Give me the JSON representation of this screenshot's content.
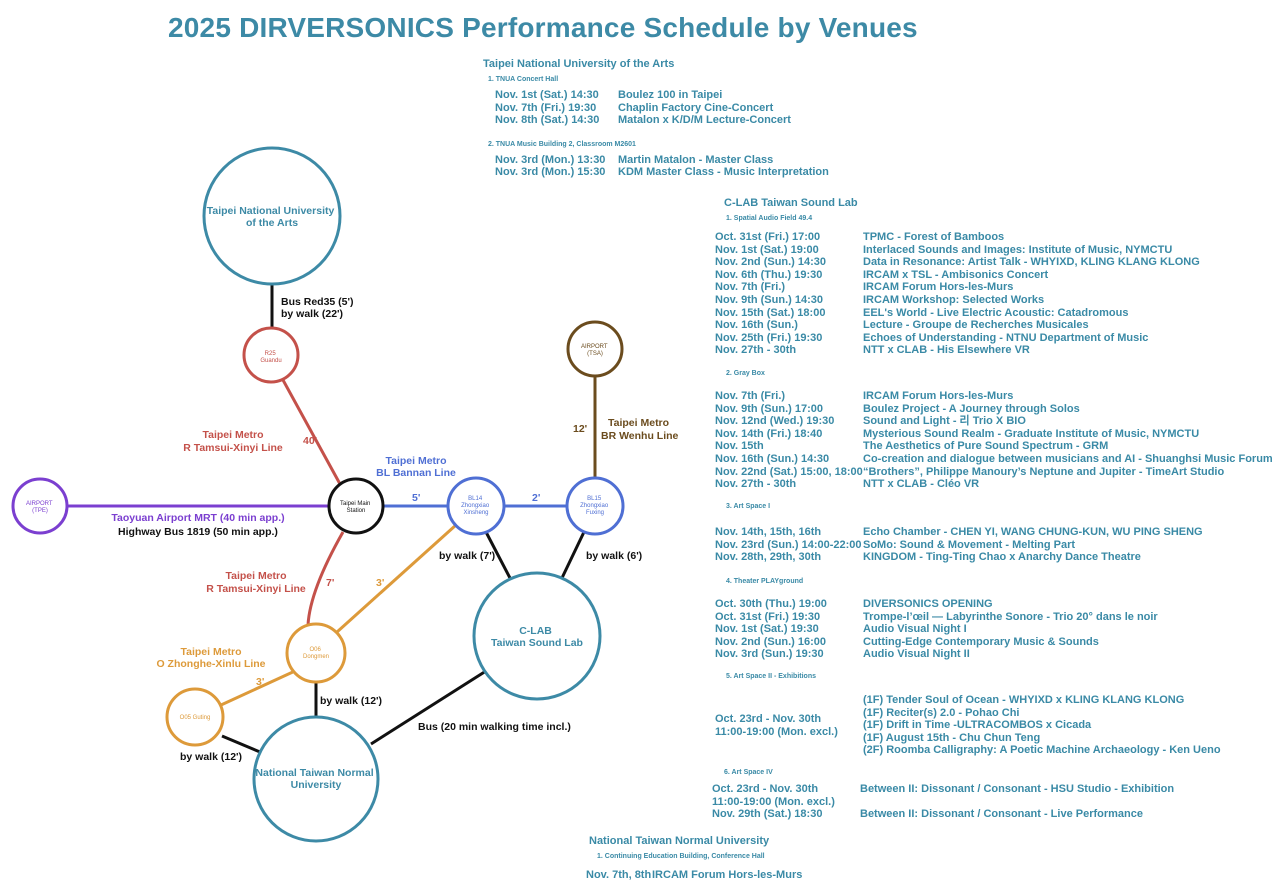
{
  "title": "2025 DIRVERSONICS Performance Schedule by Venues",
  "map": {
    "nodes": {
      "tnua": {
        "label_lines": [
          "Taipei National University",
          "of the Arts"
        ]
      },
      "r25": {
        "label_lines": [
          "R25",
          "Guandu"
        ]
      },
      "tsa": {
        "label_lines": [
          "AIRPORT",
          "(TSA)"
        ]
      },
      "tpe": {
        "label_lines": [
          "AIRPORT",
          "(TPE)"
        ]
      },
      "main": {
        "label_lines": [
          "Taipei Main",
          "Station"
        ]
      },
      "bl14": {
        "label_lines": [
          "BL14",
          "Zhongxiao",
          "Xinsheng"
        ]
      },
      "bl15": {
        "label_lines": [
          "BL15",
          "Zhongxiao",
          "Fuxing"
        ]
      },
      "clab": {
        "label_lines": [
          "C-LAB",
          "Taiwan Sound Lab"
        ]
      },
      "o06": {
        "label_lines": [
          "O06",
          "Dongmen"
        ]
      },
      "o05": {
        "label_lines": [
          "O05 Guting"
        ]
      },
      "ntnu": {
        "label_lines": [
          "National Taiwan Normal",
          "University"
        ]
      }
    },
    "labels": {
      "bus_red35": "Bus Red35 (5')",
      "walk_22": "by walk (22')",
      "tamsui_1_a": "Taipei Metro",
      "tamsui_1_b": "R Tamsui-Xinyi Line",
      "t40": "40'",
      "wenhu_a": "Taipei Metro",
      "wenhu_b": "BR Wenhu Line",
      "t12": "12'",
      "bannan_a": "Taipei Metro",
      "bannan_b": "BL Bannan Line",
      "t5": "5'",
      "t2": "2'",
      "airport_mrt": "Taoyuan Airport MRT (40 min app.)",
      "highway_bus": "Highway Bus 1819 (50 min app.)",
      "walk_7": "by walk (7')",
      "walk_6": "by walk (6')",
      "tamsui_2_a": "Taipei Metro",
      "tamsui_2_b": "R Tamsui-Xinyi Line",
      "t7": "7'",
      "t3a": "3'",
      "zhonghe_a": "Taipei Metro",
      "zhonghe_b": "O Zhonghe-Xinlu Line",
      "t3b": "3'",
      "walk_12a": "by walk (12')",
      "bus_20": "Bus (20 min walking time incl.)",
      "walk_12b": "by walk (12')"
    },
    "colors": {
      "teal": "#3d8aa6",
      "red": "#c4514a",
      "brown": "#6b4c1e",
      "purple": "#7b3fd0",
      "blue": "#4f6fd4",
      "orange": "#dd9a3a",
      "black": "#111111"
    }
  },
  "schedule": {
    "tnua": {
      "title": "Taipei National University of the Arts",
      "venues": [
        {
          "name": "1.   TNUA Concert Hall",
          "events": [
            {
              "date": "Nov. 1st (Sat.) 14:30",
              "event": "Boulez 100 in Taipei"
            },
            {
              "date": "Nov. 7th (Fri.) 19:30",
              "event": "Chaplin Factory Cine-Concert"
            },
            {
              "date": "Nov. 8th (Sat.) 14:30",
              "event": "Matalon x K/D/M Lecture-Concert"
            }
          ]
        },
        {
          "name": "2.   TNUA Music Building 2, Classroom M2601",
          "events": [
            {
              "date": "Nov. 3rd (Mon.) 13:30",
              "event": "Martin Matalon - Master Class"
            },
            {
              "date": "Nov. 3rd (Mon.) 15:30",
              "event": "KDM Master Class - Music Interpretation"
            }
          ]
        }
      ]
    },
    "clab": {
      "title": "C-LAB Taiwan Sound Lab",
      "venues": [
        {
          "name": "1.   Spatial Audio Field 49.4",
          "events": [
            {
              "date": "Oct. 31st (Fri.) 17:00",
              "event": "TPMC - Forest of Bamboos"
            },
            {
              "date": "Nov. 1st (Sat.) 19:00",
              "event": "Interlaced Sounds and Images: Institute of Music, NYMCTU"
            },
            {
              "date": "Nov. 2nd (Sun.) 14:30",
              "event": "Data in Resonance: Artist Talk - WHYIXD, KLING KLANG KLONG"
            },
            {
              "date": "Nov. 6th (Thu.) 19:30",
              "event": "IRCAM x TSL - Ambisonics Concert"
            },
            {
              "date": "Nov. 7th (Fri.)",
              "event": "IRCAM Forum Hors-les-Murs"
            },
            {
              "date": "Nov. 9th (Sun.) 14:30",
              "event": "IRCAM Workshop: Selected Works"
            },
            {
              "date": "Nov. 15th (Sat.) 18:00",
              "event": "EEL's World - Live Electric Acoustic: Catadromous"
            },
            {
              "date": "Nov. 16th (Sun.)",
              "event": "Lecture - Groupe de Recherches Musicales"
            },
            {
              "date": "Nov. 25th (Fri.) 19:30",
              "event": "Echoes of Understanding - NTNU Department of Music"
            },
            {
              "date": "Nov. 27th - 30th",
              "event": "NTT x CLAB - His Elsewhere VR"
            }
          ]
        },
        {
          "name": "2.   Gray Box",
          "events": [
            {
              "date": "Nov. 7th (Fri.)",
              "event": "IRCAM Forum Hors-les-Murs"
            },
            {
              "date": "Nov. 9th (Sun.) 17:00",
              "event": "Boulez Project - A Journey through Solos"
            },
            {
              "date": "Nov. 12nd (Wed.) 19:30",
              "event": "Sound and Light - 리 Trio X BIO"
            },
            {
              "date": "Nov. 14th (Fri.) 18:40",
              "event": "Mysterious Sound Realm - Graduate Institute of Music, NYMCTU"
            },
            {
              "date": "Nov. 15th",
              "event": "The Aesthetics of Pure Sound Spectrum - GRM"
            },
            {
              "date": "Nov. 16th (Sun.) 14:30",
              "event": "Co-creation and dialogue between musicians and AI - Shuanghsi Music Forum"
            },
            {
              "date": "Nov. 22nd (Sat.) 15:00, 18:00",
              "event": "“Brothers”, Philippe Manoury’s Neptune and Jupiter - TimeArt Studio"
            },
            {
              "date": "Nov. 27th - 30th",
              "event": "NTT x CLAB - Cléo VR"
            }
          ]
        },
        {
          "name": "3.   Art Space I",
          "events": [
            {
              "date": "Nov. 14th, 15th, 16th",
              "event": "Echo Chamber - CHEN YI, WANG CHUNG-KUN, WU PING SHENG"
            },
            {
              "date": "Nov. 23rd (Sun.) 14:00-22:00",
              "event": "SoMo: Sound & Movement - Melting Part"
            },
            {
              "date": "Nov. 28th, 29th, 30th",
              "event": "KINGDOM - Ting-Ting Chao x Anarchy Dance Theatre"
            }
          ]
        },
        {
          "name": "4.   Theater PLAYground",
          "events": [
            {
              "date": "Oct. 30th (Thu.) 19:00",
              "event": "DIVERSONICS OPENING"
            },
            {
              "date": "Oct. 31st (Fri.) 19:30",
              "event": "Trompe-l’œil — Labyrinthe Sonore - Trio 20° dans le noir"
            },
            {
              "date": "Nov. 1st (Sat.) 19:30",
              "event": "Audio Visual Night I"
            },
            {
              "date": "Nov. 2nd (Sun.) 16:00",
              "event": "Cutting-Edge Contemporary Music & Sounds"
            },
            {
              "date": "Nov. 3rd (Sun.) 19:30",
              "event": "Audio Visual Night II"
            }
          ]
        },
        {
          "name": "5.   Art Space II - Exhibitions",
          "date_lines": [
            "Oct. 23rd - Nov. 30th",
            "11:00-19:00 (Mon. excl.)"
          ],
          "items": [
            "(1F) Tender Soul of Ocean - WHYIXD x KLING KLANG KLONG",
            "(1F) Reciter(s) 2.0 - Pohao Chi",
            "(1F) Drift in Time -ULTRACOMBOS x Cicada",
            "(1F) August 15th - Chu Chun Teng",
            "(2F) Roomba Calligraphy: A Poetic Machine Archaeology - Ken Ueno"
          ]
        },
        {
          "name": "6.   Art Space IV",
          "events": [
            {
              "date": "Oct. 23rd - Nov. 30th",
              "event": "Between II: Dissonant / Consonant - HSU Studio - Exhibition"
            },
            {
              "date": "11:00-19:00 (Mon. excl.)",
              "event": ""
            },
            {
              "date": "Nov. 29th (Sat.) 18:30",
              "event": "Between II: Dissonant / Consonant - Live Performance"
            }
          ]
        }
      ]
    },
    "ntnu": {
      "title": "National Taiwan Normal University",
      "venues": [
        {
          "name": "1.   Continuing Education Building, Conference Hall",
          "events": [
            {
              "date": "Nov. 7th, 8th",
              "event": "IRCAM Forum Hors-les-Murs"
            }
          ]
        }
      ]
    }
  }
}
